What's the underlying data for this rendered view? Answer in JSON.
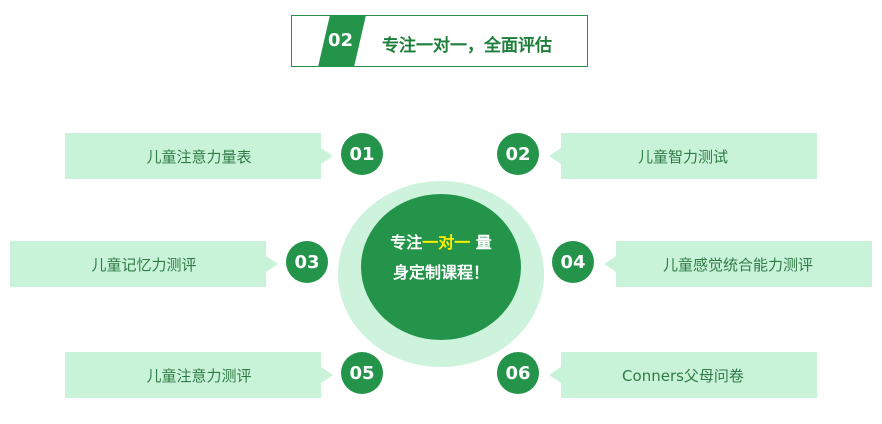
{
  "header": {
    "tag": "02",
    "title": "专注一对一，全面评估"
  },
  "center": {
    "line1_pre": "专注",
    "line1_highlight": "一对一",
    "line1_post": " 量",
    "line2": "身定制课程！"
  },
  "items": [
    {
      "num": "01",
      "label": "儿童注意力量表"
    },
    {
      "num": "02",
      "label": "儿童智力测试"
    },
    {
      "num": "03",
      "label": "儿童记忆力测评"
    },
    {
      "num": "04",
      "label": "儿童感觉统合能力测评"
    },
    {
      "num": "05",
      "label": "儿童注意力测评"
    },
    {
      "num": "06",
      "label": "Conners父母问卷"
    }
  ],
  "colors": {
    "primary_green": "#23944a",
    "light_green": "#c9f3d9",
    "highlight_yellow": "#ffee00"
  }
}
